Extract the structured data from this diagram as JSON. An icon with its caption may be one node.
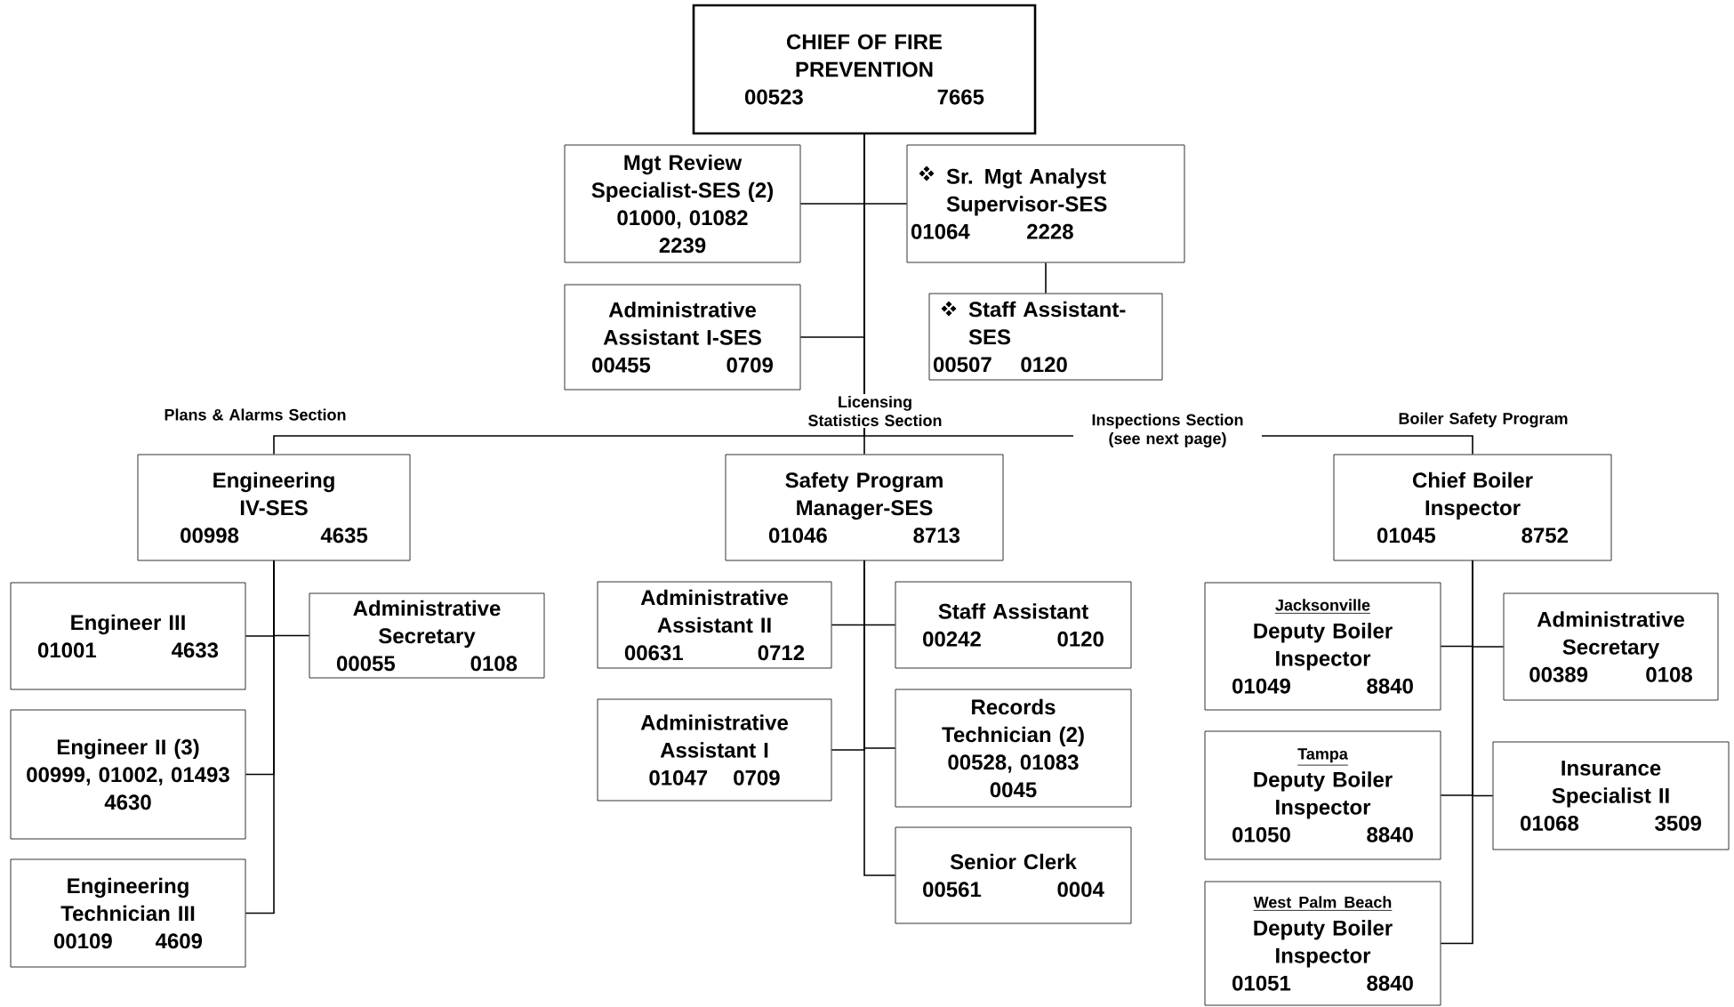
{
  "diagram": {
    "nodes": [
      {
        "text": [
          "CHIEF OF FIRE PREVENTION",
          "00523",
          "7665"
        ]
      },
      {
        "text": [
          "Mgt Review Specialist-SES (2)",
          "01000, 01082",
          "2239"
        ]
      },
      {
        "text": [
          "Sr. Mgt Analyst Supervisor-SES",
          "01064",
          "2228"
        ]
      },
      {
        "text": [
          "Staff Assistant-SES",
          "00507",
          "0120"
        ]
      },
      {
        "text": [
          "Administrative Assistant I-SES",
          "00455",
          "0709"
        ]
      },
      {
        "text": [
          "Engineering IV-SES",
          "00998",
          "4635"
        ]
      },
      {
        "text": [
          "Safety Program Manager-SES",
          "01046",
          "8713"
        ]
      },
      {
        "text": [
          "Chief Boiler Inspector",
          "01045",
          "8752"
        ]
      },
      {
        "text": [
          "Engineer III",
          "01001",
          "4633"
        ]
      },
      {
        "text": [
          "Administrative Secretary",
          "00055",
          "0108"
        ]
      },
      {
        "text": [
          "Engineer II (3)",
          "00999, 01002, 01493",
          "4630"
        ]
      },
      {
        "text": [
          "Engineering Technician III",
          "00109",
          "4609"
        ]
      },
      {
        "text": [
          "Administrative Assistant II",
          "00631",
          "0712"
        ]
      },
      {
        "text": [
          "Staff Assistant",
          "00242",
          "0120"
        ]
      },
      {
        "text": [
          "Administrative Assistant I",
          "01047",
          "0709"
        ]
      },
      {
        "text": [
          "Records Technician (2)",
          "00528, 01083",
          "0045"
        ]
      },
      {
        "text": [
          "Senior Clerk",
          "00561",
          "0004"
        ]
      },
      {
        "text": [
          "Jacksonville",
          "Deputy Boiler Inspector",
          "01049",
          "8840"
        ]
      },
      {
        "text": [
          "Administrative Secretary",
          "00389",
          "0108"
        ]
      },
      {
        "text": [
          "Tampa",
          "Deputy Boiler Inspector",
          "01050",
          "8840"
        ]
      },
      {
        "text": [
          "Insurance Specialist II",
          "01068",
          "3509"
        ]
      },
      {
        "text": [
          "West Palm Beach",
          "Deputy Boiler Inspector",
          "01051",
          "8840"
        ]
      }
    ],
    "edges": [
      {
        "from": 0,
        "to": 1,
        "arrow": "none"
      },
      {
        "from": 0,
        "to": 2,
        "arrow": "none"
      },
      {
        "from": 2,
        "to": 3,
        "arrow": "none"
      },
      {
        "from": 0,
        "to": 4,
        "arrow": "none"
      },
      {
        "from": 0,
        "to": 5,
        "arrow": "none"
      },
      {
        "from": 0,
        "to": 6,
        "arrow": "none"
      },
      {
        "from": 0,
        "to": 7,
        "arrow": "none"
      },
      {
        "from": 5,
        "to": 8,
        "arrow": "none"
      },
      {
        "from": 5,
        "to": 9,
        "arrow": "none"
      },
      {
        "from": 5,
        "to": 10,
        "arrow": "none"
      },
      {
        "from": 5,
        "to": 11,
        "arrow": "none"
      },
      {
        "from": 6,
        "to": 12,
        "arrow": "none"
      },
      {
        "from": 6,
        "to": 13,
        "arrow": "none"
      },
      {
        "from": 6,
        "to": 14,
        "arrow": "none"
      },
      {
        "from": 6,
        "to": 15,
        "arrow": "none"
      },
      {
        "from": 6,
        "to": 16,
        "arrow": "none"
      },
      {
        "from": 7,
        "to": 17,
        "arrow": "none"
      },
      {
        "from": 7,
        "to": 18,
        "arrow": "none"
      },
      {
        "from": 7,
        "to": 19,
        "arrow": "none"
      },
      {
        "from": 7,
        "to": 20,
        "arrow": "none"
      },
      {
        "from": 7,
        "to": 21,
        "arrow": "none"
      }
    ],
    "labels": [
      "Plans & Alarms Section",
      "Licensing Statistics Section",
      "Inspections Section (see next page)",
      "Boiler Safety Program"
    ]
  }
}
